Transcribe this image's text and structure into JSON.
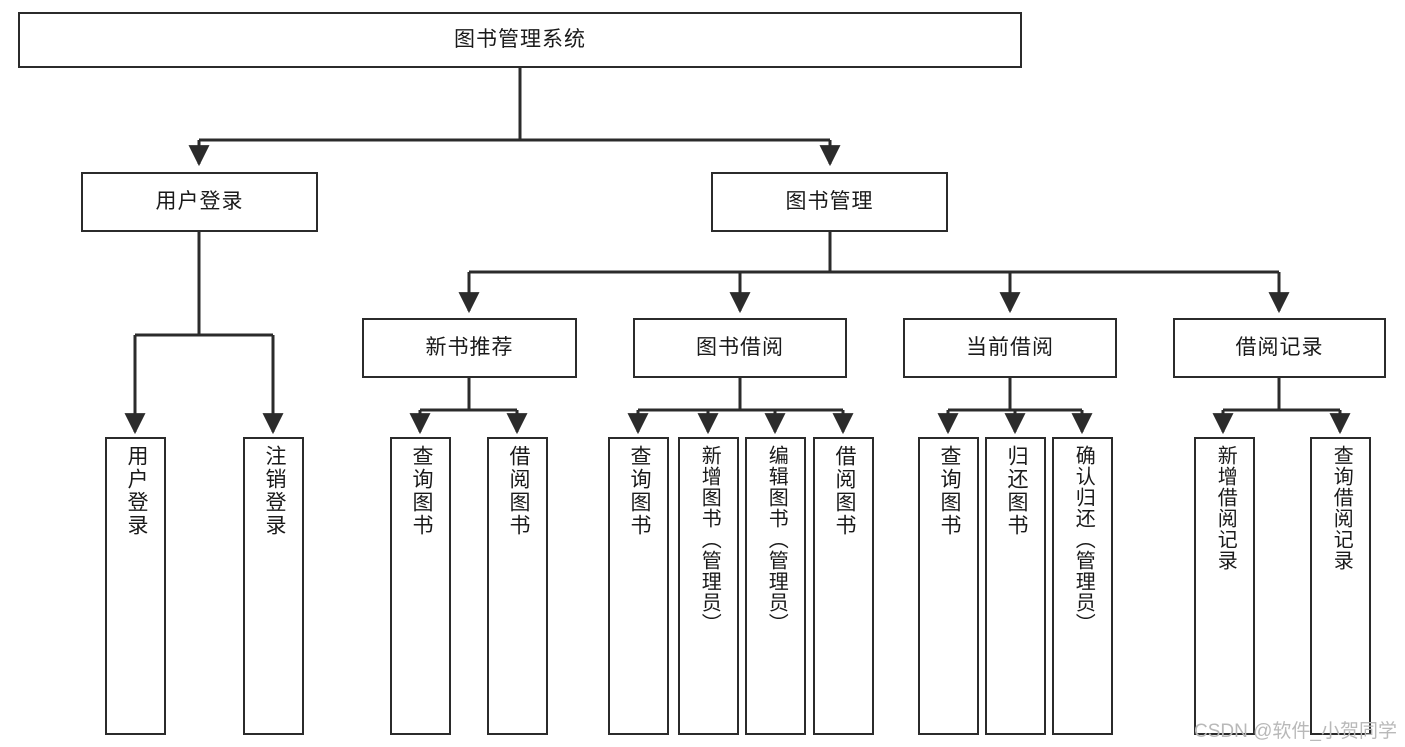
{
  "diagram": {
    "title": "图书管理系统",
    "type": "tree",
    "watermark": "CSDN @软件_小贺同学",
    "colors": {
      "stroke": "#2b2b2b",
      "fill": "#ffffff",
      "watermark": "#b9b9b9"
    },
    "levels": {
      "root": {
        "label": "图书管理系统"
      },
      "level2": [
        {
          "label": "用户登录"
        },
        {
          "label": "图书管理"
        }
      ],
      "level3": [
        {
          "label": "新书推荐"
        },
        {
          "label": "图书借阅"
        },
        {
          "label": "当前借阅"
        },
        {
          "label": "借阅记录"
        }
      ],
      "leaves": [
        {
          "label": "用户登录",
          "parent": "用户登录"
        },
        {
          "label": "注销登录",
          "parent": "用户登录"
        },
        {
          "label": "查询图书",
          "parent": "新书推荐"
        },
        {
          "label": "借阅图书",
          "parent": "新书推荐"
        },
        {
          "label": "查询图书",
          "parent": "图书借阅"
        },
        {
          "label": "新增图书（管理员）",
          "parent": "图书借阅"
        },
        {
          "label": "编辑图书（管理员）",
          "parent": "图书借阅"
        },
        {
          "label": "借阅图书",
          "parent": "图书借阅"
        },
        {
          "label": "查询图书",
          "parent": "当前借阅"
        },
        {
          "label": "归还图书",
          "parent": "当前借阅"
        },
        {
          "label": "确认归还（管理员）",
          "parent": "当前借阅"
        },
        {
          "label": "新增借阅记录",
          "parent": "借阅记录"
        },
        {
          "label": "查询借阅记录",
          "parent": "借阅记录"
        }
      ]
    }
  }
}
